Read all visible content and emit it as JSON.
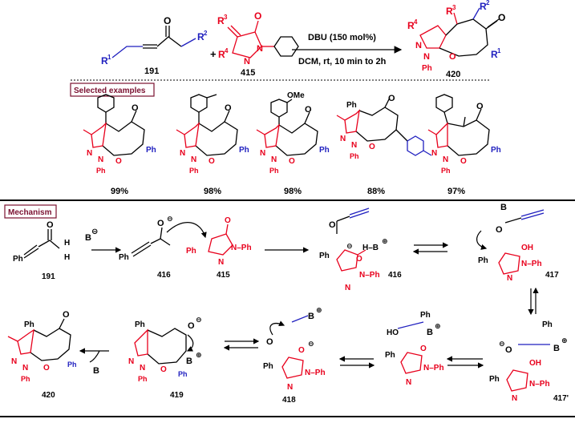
{
  "scheme": {
    "conditions": {
      "reagent": "DBU (150 mol%)",
      "solvent": "DCM, rt, 10 min to 2h"
    },
    "plus": "+",
    "compounds": {
      "c191": "191",
      "c415": "415",
      "c420": "420"
    },
    "substituents": {
      "R1": "R",
      "R2": "R",
      "R3": "R",
      "R4": "R",
      "sup1": "1",
      "sup2": "2",
      "sup3": "3",
      "sup4": "4",
      "O": "O",
      "N": "N",
      "Ph": "Ph",
      "NPh": "N–Ph",
      "OMe": "OMe"
    }
  },
  "selected_examples": {
    "label": "Selected examples",
    "yields": [
      "99%",
      "98%",
      "98%",
      "88%",
      "97%"
    ]
  },
  "mechanism": {
    "label": "Mechanism",
    "base": "B",
    "compounds": [
      "191",
      "416",
      "415",
      "416",
      "417",
      "417'",
      "418",
      "419",
      "420"
    ],
    "h_b": "H–B",
    "ho": "HO",
    "h": "H",
    "oh": "OH",
    "minus": "⊖",
    "plus": "⊕"
  }
}
